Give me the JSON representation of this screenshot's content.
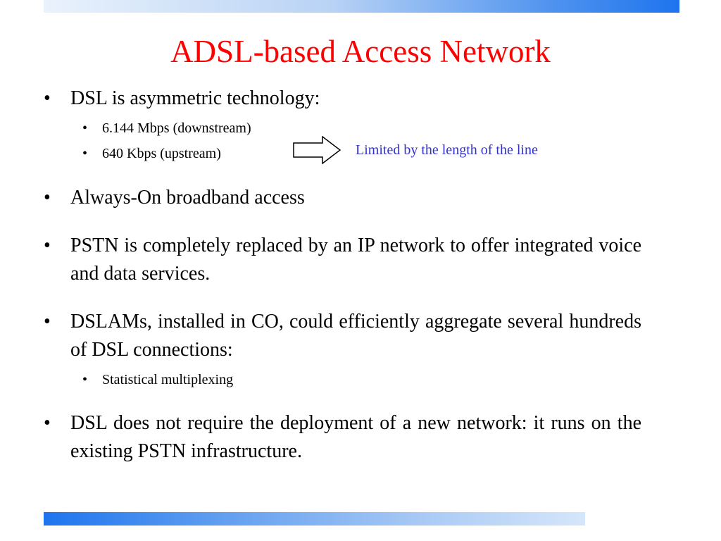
{
  "slide": {
    "title": "ADSL-based Access Network",
    "bullet_symbol": "•",
    "bullets": [
      {
        "text": "DSL is asymmetric technology:",
        "sub": [
          "6.144 Mbps (downstream)",
          "640 Kbps (upstream)"
        ]
      },
      {
        "text": "Always-On broadband access"
      },
      {
        "text": "PSTN is completely replaced by an IP network to offer integrated voice and data services."
      },
      {
        "text": "DSLAMs, installed in CO, could efficiently aggregate several hundreds of DSL connections:",
        "sub": [
          "Statistical multiplexing"
        ]
      },
      {
        "text": "DSL does not require the deployment of a new network: it runs on the existing PSTN infrastructure."
      }
    ],
    "annotation": "Limited by the length of the line"
  },
  "colors": {
    "title": "#ff0000",
    "annotation": "#3333cc",
    "bar_blue": "#1e74ee"
  },
  "icons": {
    "arrow": "right-arrow-icon"
  }
}
